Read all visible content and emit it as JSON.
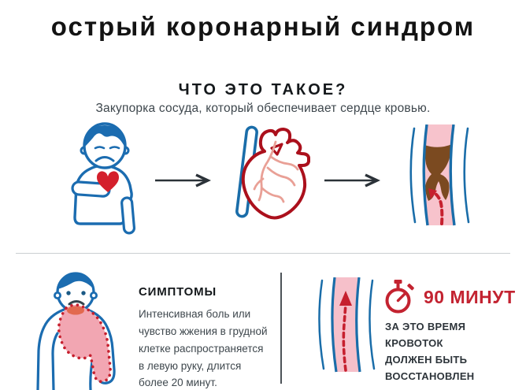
{
  "title": "острый коронарный синдром",
  "what_section": {
    "heading": "ЧТО ЭТО ТАКОЕ?",
    "subtitle": "Закупорка сосуда, который обеспечивает сердце кровью."
  },
  "symptoms_section": {
    "heading": "СИМПТОМЫ",
    "body": "Интенсивная боль или чувство жжения в грудной клетке распространяется в левую руку, длится более 20 минут."
  },
  "time_section": {
    "duration": "90 МИНУТ",
    "body": "ЗА ЭТО ВРЕМЯ КРОВОТОК ДОЛЖЕН БЫТЬ ВОССТАНОВЛЕН"
  },
  "icons": {
    "patient_chest_pain": "patient-chest-pain-icon",
    "arrow_right": "arrow-right-icon",
    "heart_anatomy": "heart-anatomy-icon",
    "blocked_vessel": "blocked-vessel-icon",
    "patient_pain_area": "patient-pain-area-icon",
    "restored_vessel": "restored-vessel-icon",
    "stopwatch": "stopwatch-icon"
  },
  "colors": {
    "blue": "#1b6cb0",
    "heart_red": "#d4202c",
    "deep_red": "#ab101c",
    "accent_red": "#c32331",
    "vessel_pink": "#f7c3cc",
    "pain_pink": "#f2a6b2",
    "plaque_brown": "#7b4a20",
    "title_black": "#131313",
    "text_gray": "#3e474d",
    "divider_gray": "#cbcfd2"
  }
}
